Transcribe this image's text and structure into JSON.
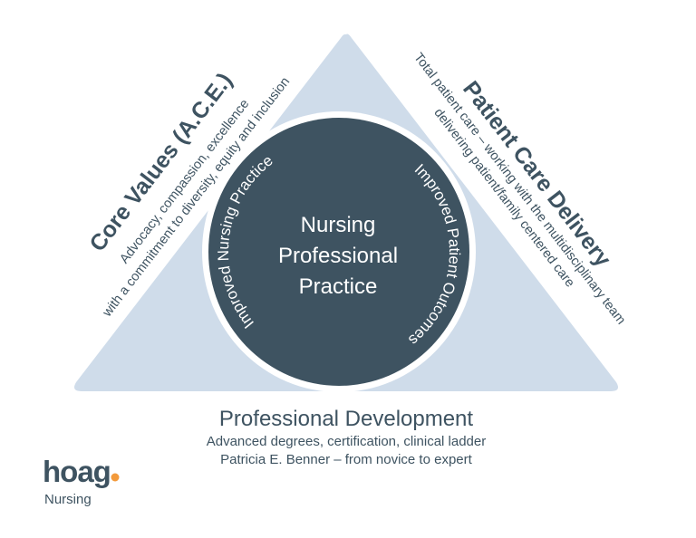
{
  "colors": {
    "triangle": "#cfdcea",
    "circle": "#3e5361",
    "text": "#3e5361",
    "logo_dot": "#f39a3b"
  },
  "center": {
    "line1": "Nursing",
    "line2": "Professional",
    "line3": "Practice"
  },
  "circle_left": "Improved Nursing Practice",
  "circle_right": "Improved Patient Outcomes",
  "left_side": {
    "title": "Core Values (A.C.E.)",
    "line1": "Advocacy, compassion, excellence",
    "line2": "with a commitment to diversity, equity and inclusion"
  },
  "right_side": {
    "title": "Patient Care Delivery",
    "line1": "Total patient care – working with the multidisciplinary team",
    "line2": "delivering patient/family centered care"
  },
  "bottom": {
    "title": "Professional Development",
    "line1": "Advanced degrees, certification, clinical ladder",
    "line2": "Patricia E. Benner – from novice to expert"
  },
  "logo": {
    "brand": "hoag",
    "sub": "Nursing"
  }
}
